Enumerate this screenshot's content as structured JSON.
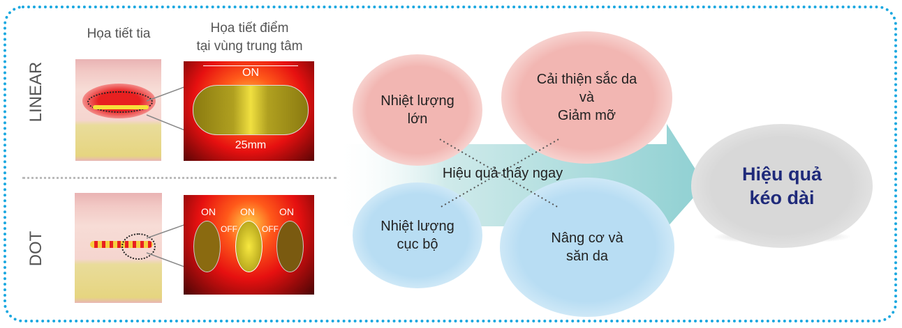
{
  "headers": {
    "linear_pattern": "Họa tiết tia",
    "center_pattern_line1": "Họa tiết điểm",
    "center_pattern_line2": "tại vùng trung tâm"
  },
  "rows": {
    "linear": "LINEAR",
    "dot": "DOT"
  },
  "linear_heat": {
    "on": "ON",
    "size": "25mm"
  },
  "dot_heat": {
    "on1": "ON",
    "on2": "ON",
    "on3": "ON",
    "off1": "OFF",
    "off2": "OFF"
  },
  "bubbles": {
    "high_heat": {
      "line1": "Nhiệt lượng",
      "line2": "lớn"
    },
    "skin_tone": {
      "line1": "Cải thiện sắc da",
      "line2": "và",
      "line3": "Giảm mỡ"
    },
    "local_heat": {
      "line1": "Nhiệt lượng",
      "line2": "cục bộ"
    },
    "lifting": {
      "line1": "Nâng cơ và",
      "line2": "săn da"
    }
  },
  "arrow_label": "Hiệu quả thấy ngay",
  "result": {
    "line1": "Hiệu quả",
    "line2": "kéo dài"
  },
  "colors": {
    "border": "#1ba8e0",
    "result_text": "#1f2a7a",
    "arrow": "#9fd6d8"
  }
}
